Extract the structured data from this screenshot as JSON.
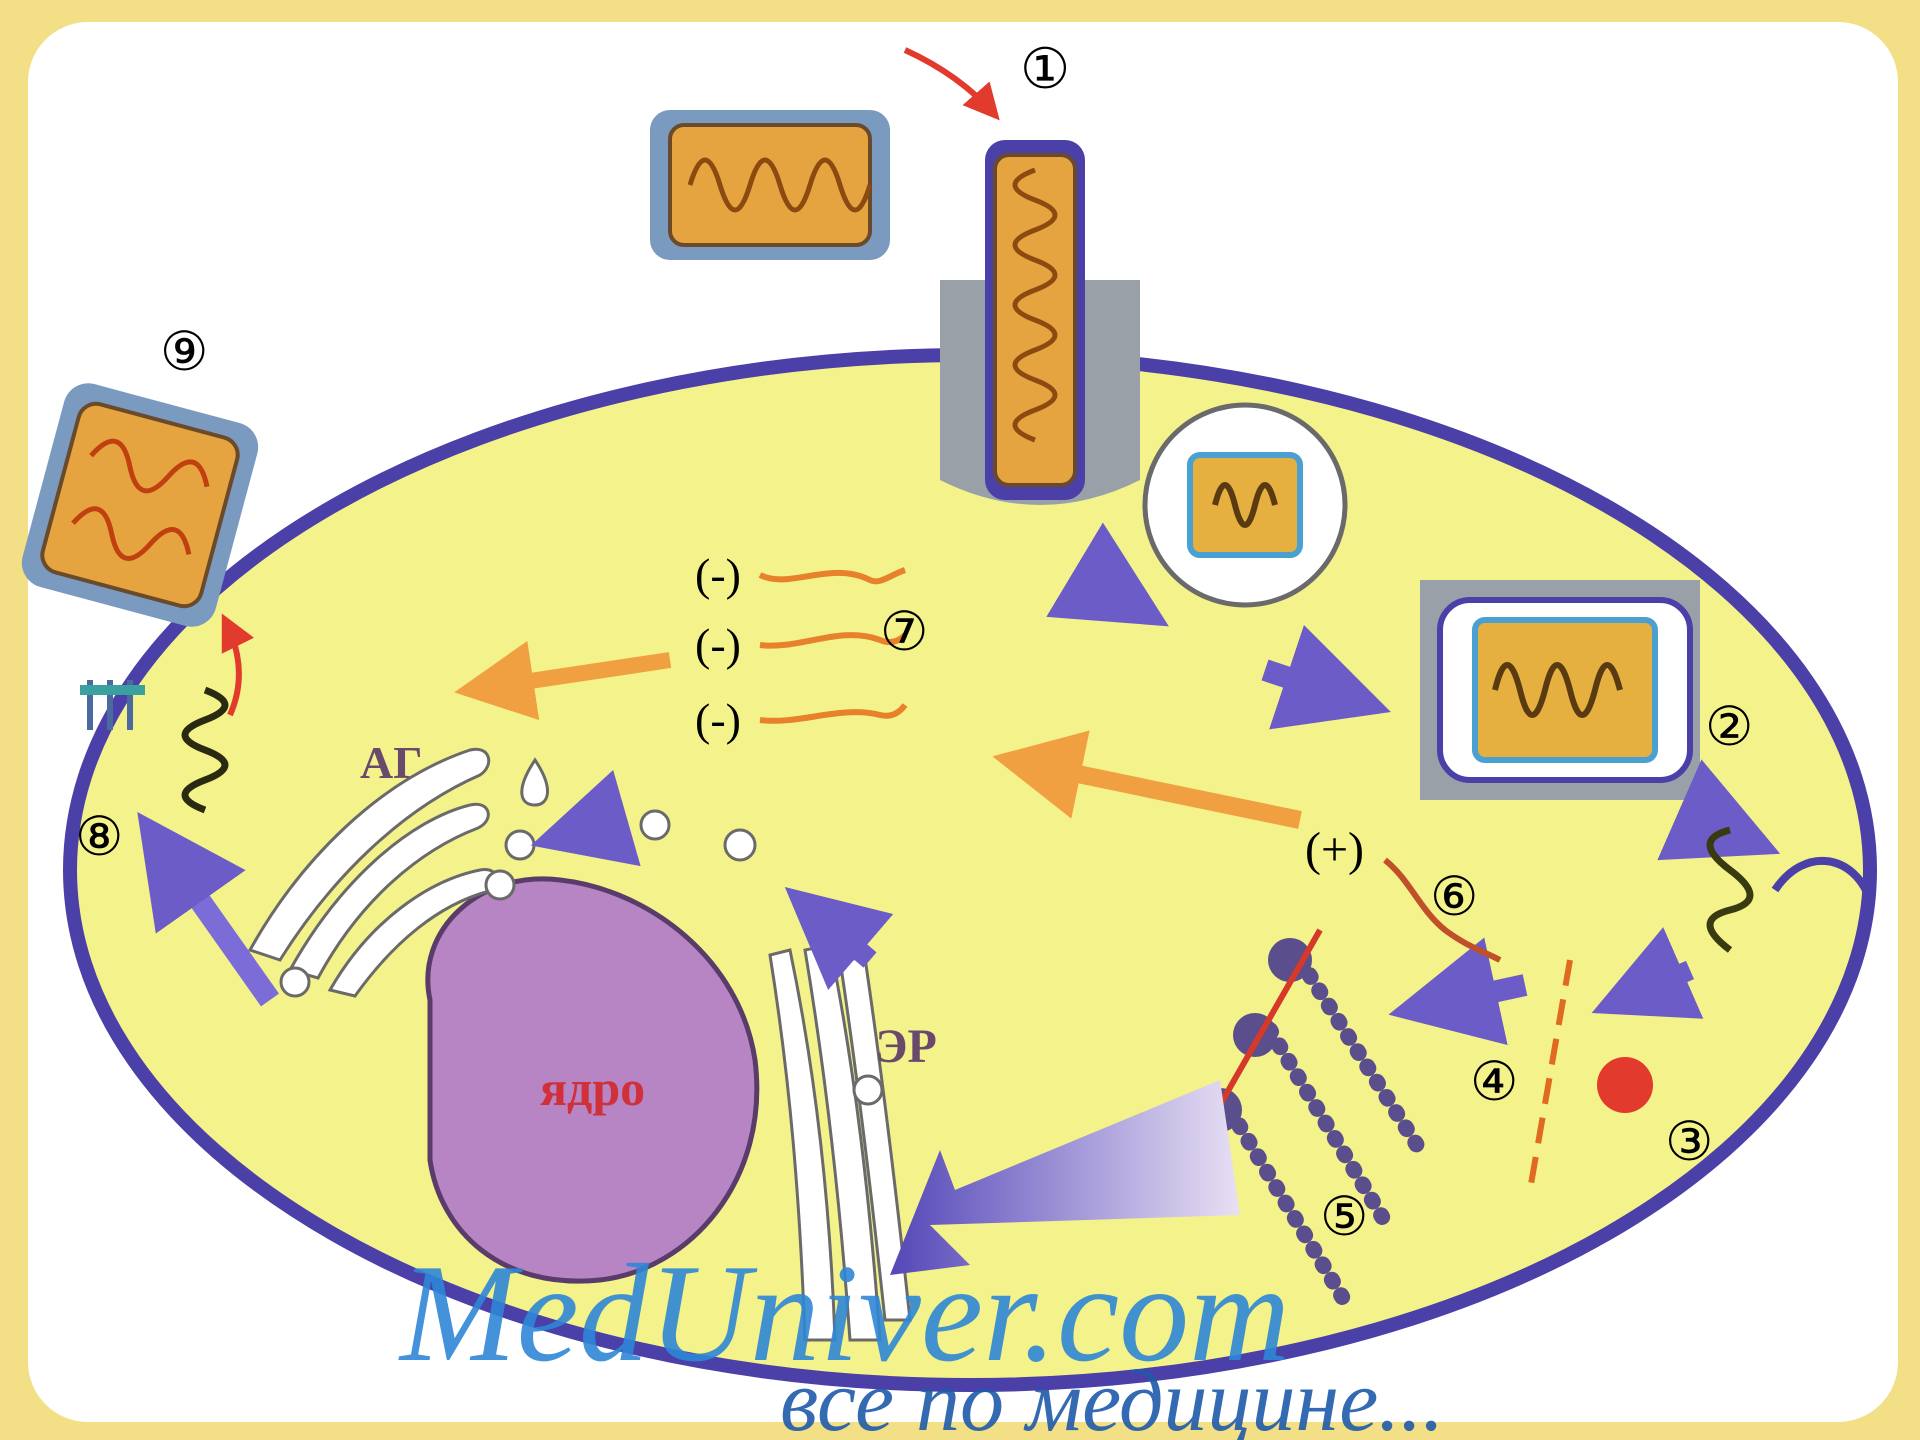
{
  "labels": {
    "step1": "①",
    "step2": "②",
    "step3": "③",
    "step4": "④",
    "step5": "⑤",
    "step6": "⑥",
    "step7": "⑦",
    "step8": "⑧",
    "step9": "⑨",
    "minus": "(-)",
    "plus": "(+)",
    "golgi": "АГ",
    "er": "ЭР",
    "nucleus": "ядро"
  },
  "watermark": {
    "site": "MedUniver.com",
    "tagline": "все по медицине..."
  },
  "colors": {
    "frame": "#f2df86",
    "cytoplasm": "#f4f28a",
    "membrane": "#4b3fa8",
    "nucleus": "#b784c4",
    "rna_orange": "#e7812b",
    "arrow_red": "#e23a2c",
    "arrow_purple": "#6b5cc8",
    "watermark_blue": "#2f86d6"
  }
}
